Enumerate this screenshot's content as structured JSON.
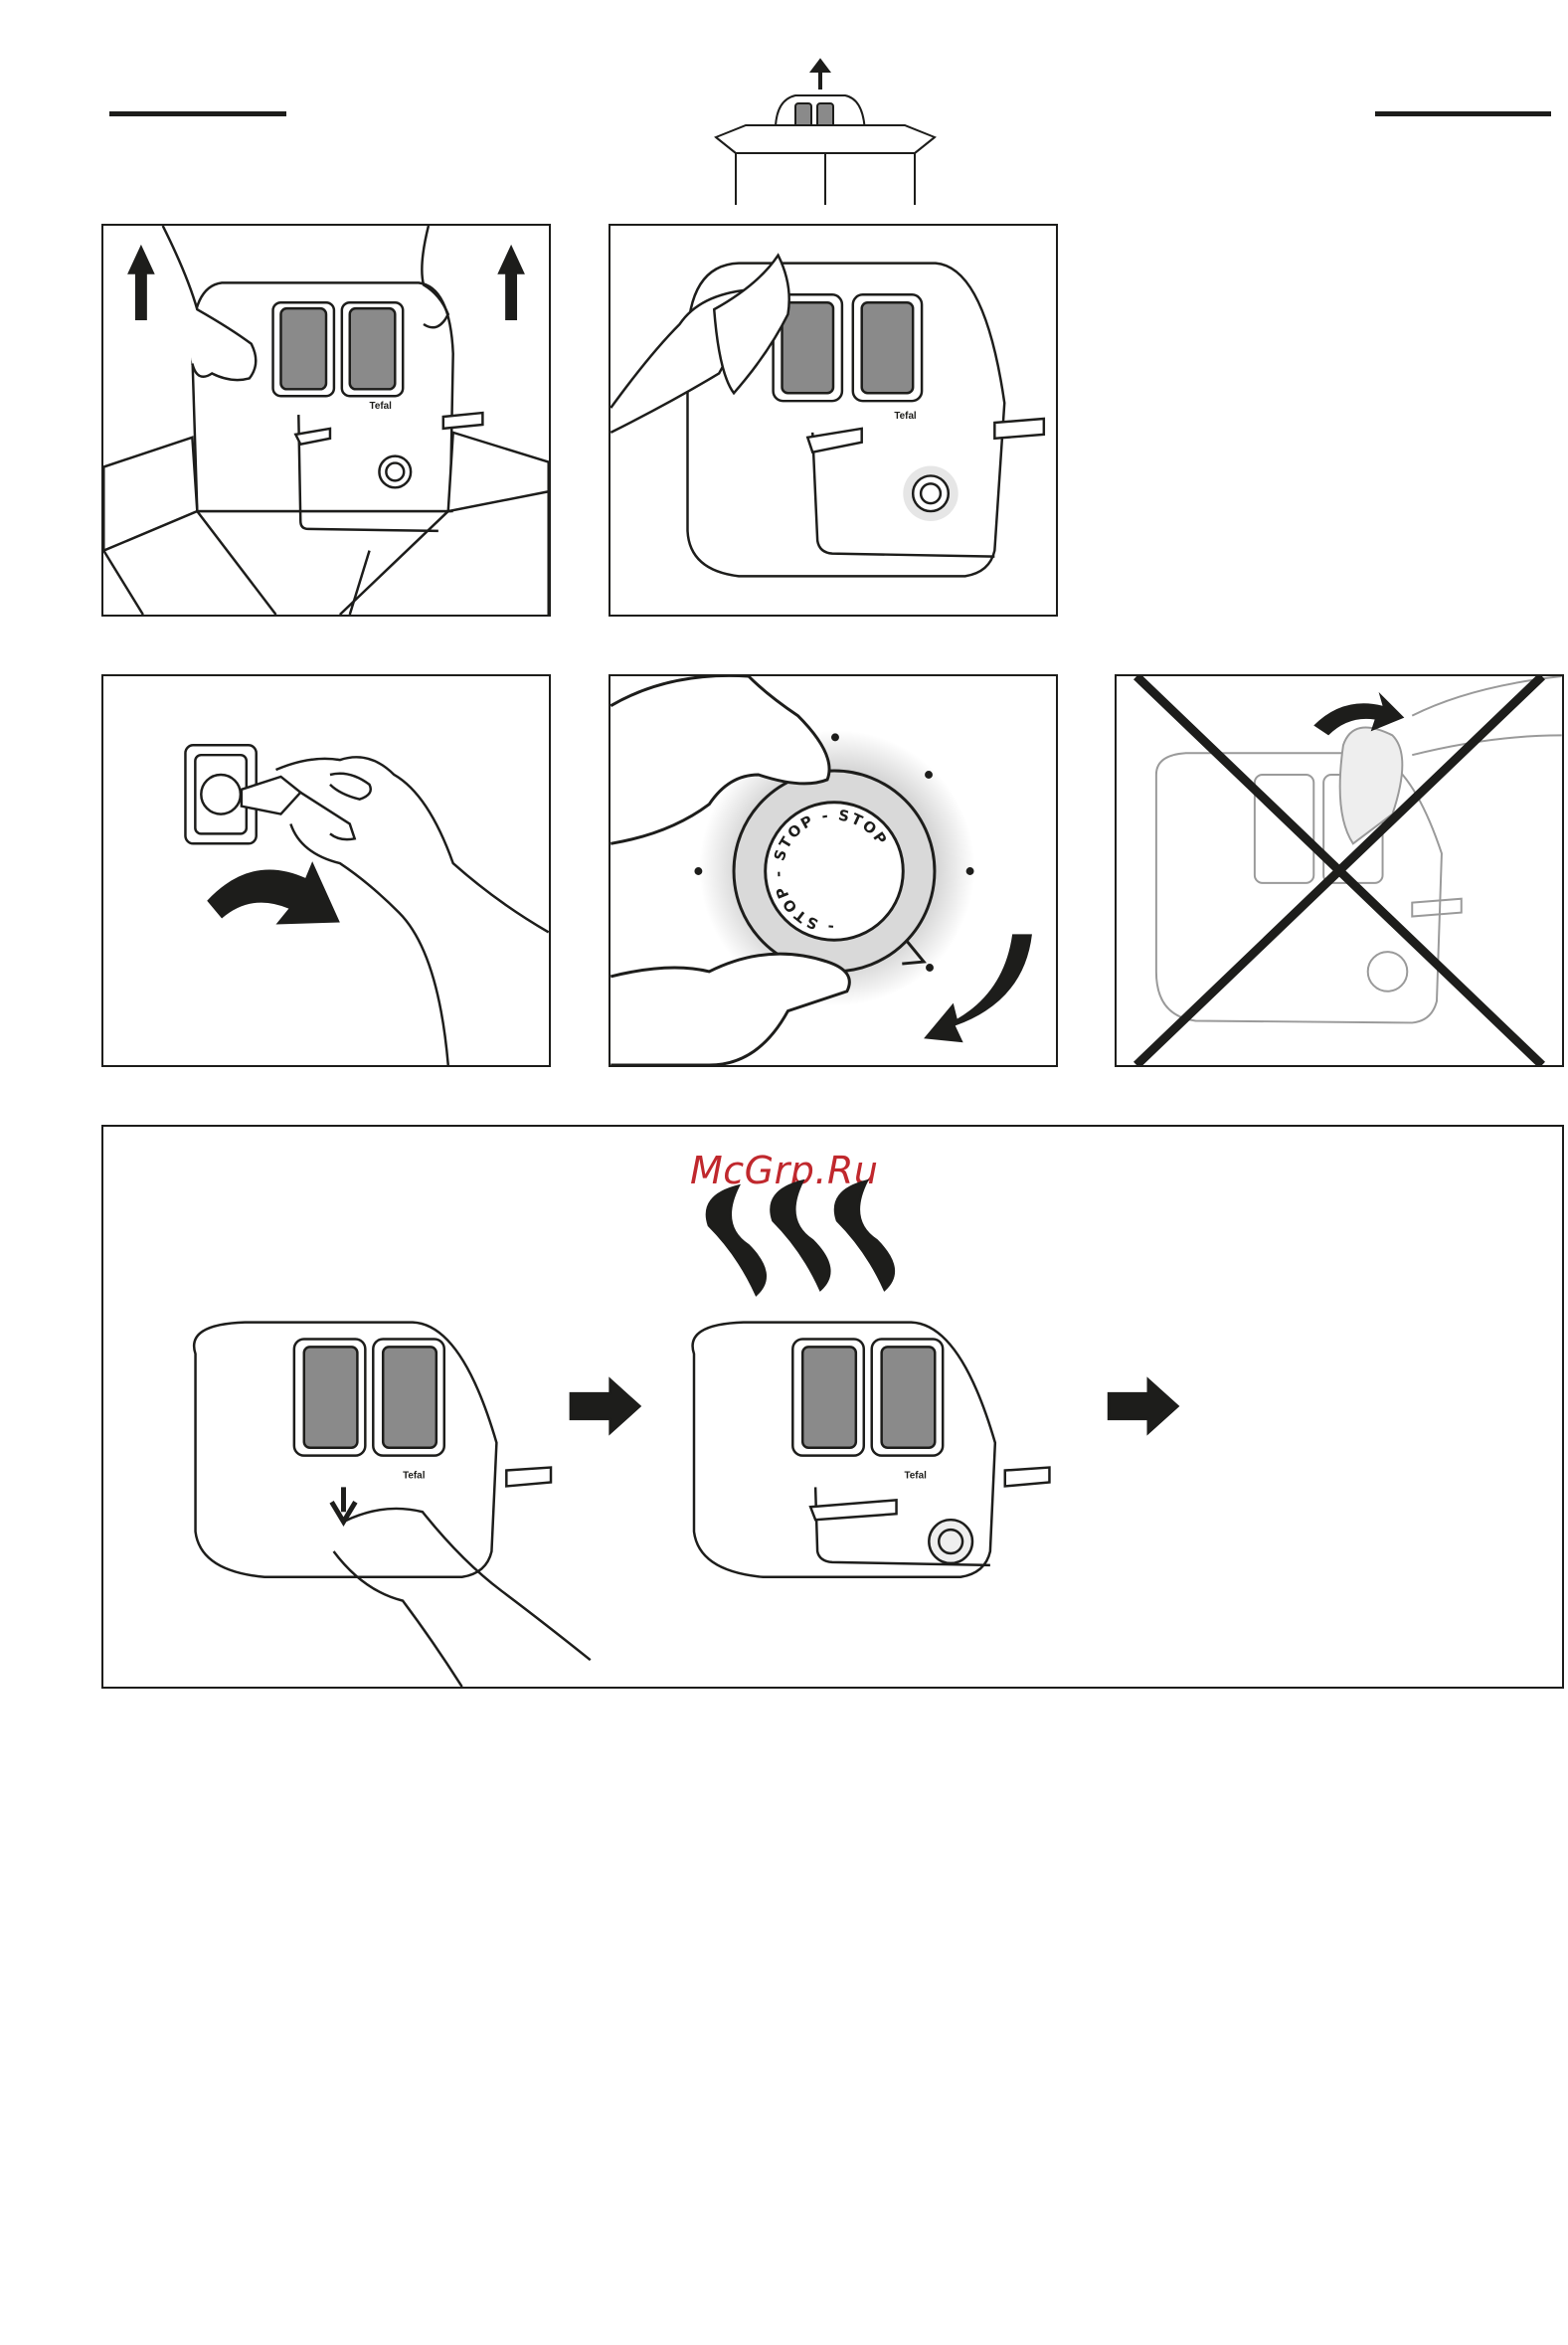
{
  "brand_label": "Tefal",
  "dial_text": "- STOP - STOP - STOP",
  "watermark": "McGrp.Ru",
  "colors": {
    "ink": "#1d1d1b",
    "watermark": "#c0282d",
    "slot": "#7a7a7a",
    "glow": "#d9d9d9"
  },
  "panels": [
    {
      "id": "unpack",
      "icons": [
        "up-arrow-icon",
        "up-arrow-icon",
        "toaster-icon",
        "box-icon",
        "hands-icon"
      ]
    },
    {
      "id": "wipe",
      "icons": [
        "cloth-icon",
        "toaster-icon"
      ]
    },
    {
      "id": "plug",
      "icons": [
        "wall-socket-icon",
        "plug-icon",
        "curved-arrow-icon"
      ]
    },
    {
      "id": "dial",
      "icons": [
        "browning-dial-icon",
        "curved-arrow-icon"
      ]
    },
    {
      "id": "no-bread-in-slot",
      "icons": [
        "cross-icon",
        "bread-icon",
        "toaster-icon"
      ]
    },
    {
      "id": "toast-cycle",
      "icons": [
        "toaster-icon",
        "right-arrow-icon",
        "steam-icon",
        "toaster-icon",
        "right-arrow-icon"
      ]
    }
  ]
}
